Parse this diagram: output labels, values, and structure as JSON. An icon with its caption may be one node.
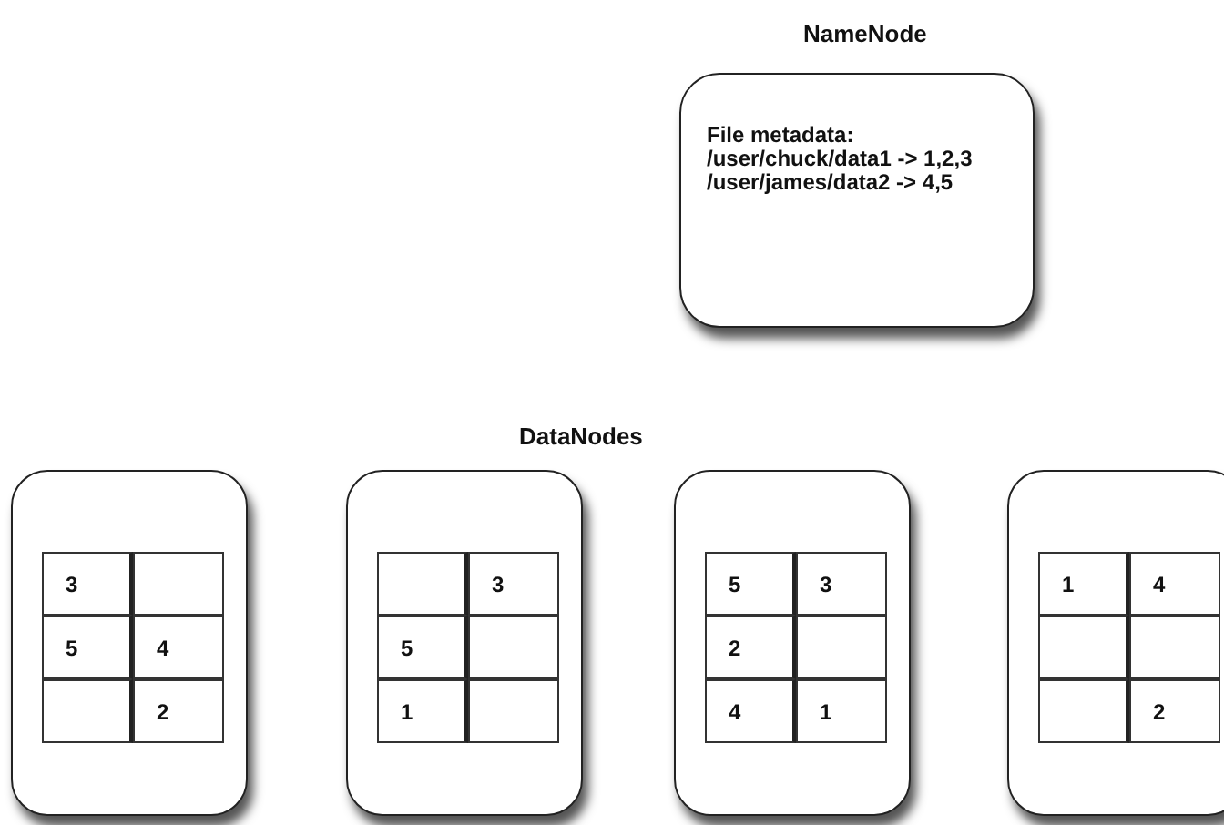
{
  "diagram": {
    "nodes": [
      {
        "text": [
          "NameNode",
          "File metadata:",
          "/user/chuck/data1 -> 1,2,3",
          "/user/james/data2 -> 4,5"
        ]
      },
      {
        "text": [],
        "shape": "box"
      },
      {
        "text": [
          "3"
        ],
        "in": 1
      },
      {
        "text": [],
        "shape": "box",
        "in": 1
      },
      {
        "text": [
          "5"
        ],
        "in": 1
      },
      {
        "text": [
          "4"
        ],
        "in": 1
      },
      {
        "text": [],
        "shape": "box",
        "in": 1
      },
      {
        "text": [
          "2"
        ],
        "in": 1
      },
      {
        "text": [],
        "shape": "box"
      },
      {
        "text": [],
        "shape": "box",
        "in": 8
      },
      {
        "text": [
          "3"
        ],
        "in": 8
      },
      {
        "text": [
          "5"
        ],
        "in": 8
      },
      {
        "text": [],
        "shape": "box",
        "in": 8
      },
      {
        "text": [
          "1"
        ],
        "in": 8
      },
      {
        "text": [],
        "shape": "box",
        "in": 8
      },
      {
        "text": [],
        "shape": "box"
      },
      {
        "text": [
          "5"
        ],
        "in": 15
      },
      {
        "text": [
          "3"
        ],
        "in": 15
      },
      {
        "text": [
          "2"
        ],
        "in": 15
      },
      {
        "text": [],
        "shape": "box",
        "in": 15
      },
      {
        "text": [
          "4"
        ],
        "in": 15
      },
      {
        "text": [
          "1"
        ],
        "in": 15
      },
      {
        "text": [],
        "shape": "box"
      },
      {
        "text": [
          "1"
        ],
        "in": 22
      },
      {
        "text": [
          "4"
        ],
        "in": 22
      },
      {
        "text": [],
        "shape": "box",
        "in": 22
      },
      {
        "text": [],
        "shape": "box",
        "in": 22
      },
      {
        "text": [],
        "shape": "box",
        "in": 22
      },
      {
        "text": [
          "2"
        ],
        "in": 22
      }
    ],
    "edges": [],
    "labels": [
      "DataNodes"
    ]
  }
}
